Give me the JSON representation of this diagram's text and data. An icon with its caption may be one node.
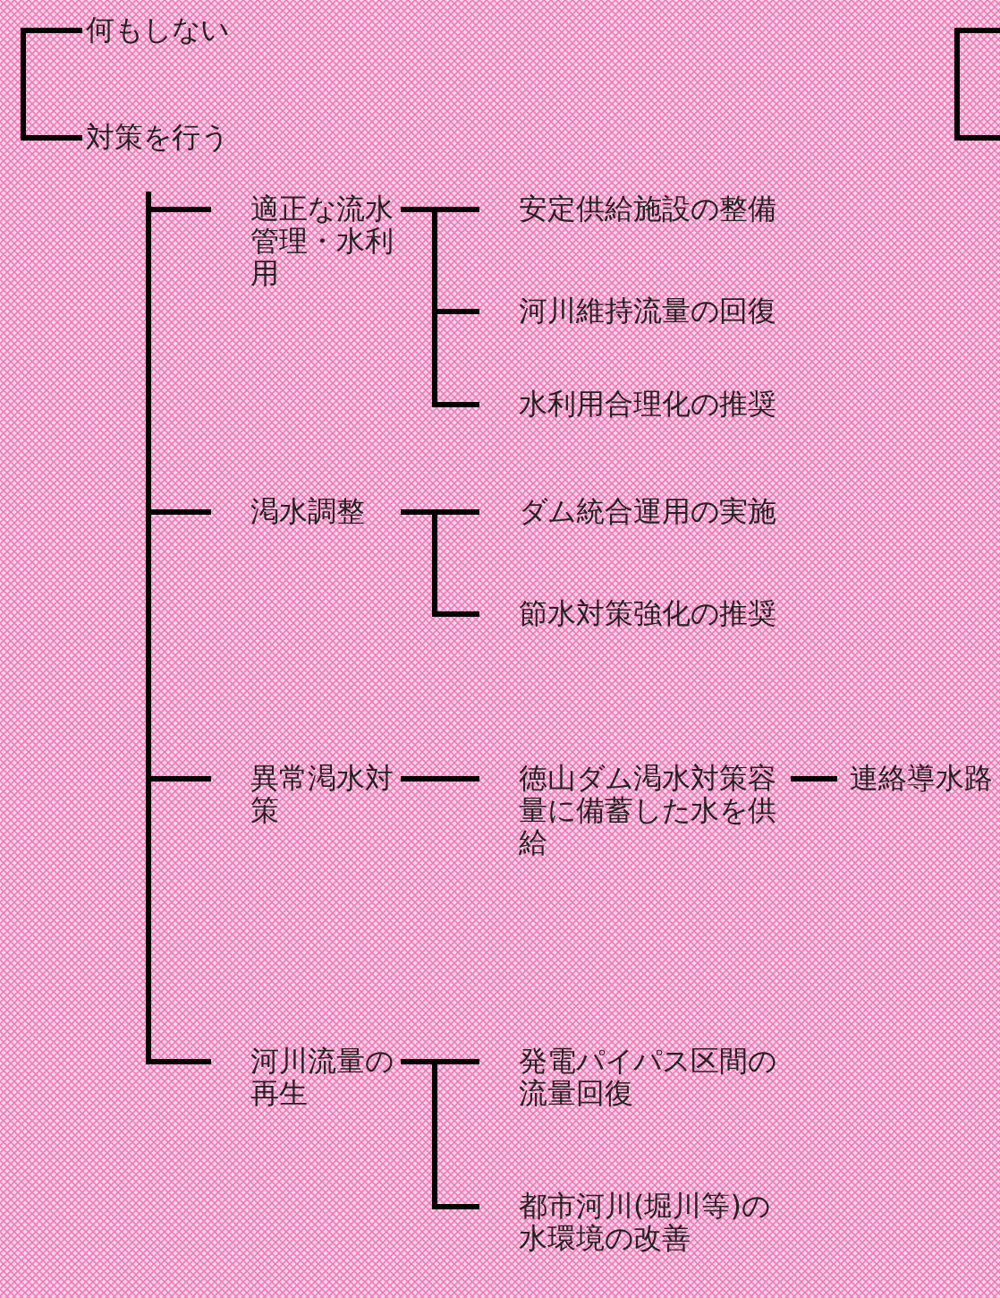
{
  "diagram": {
    "nodes": [
      {
        "text": [
          "何もしない"
        ]
      },
      {
        "text": [
          "対策を行う"
        ]
      },
      {
        "text": [
          "適正な流水管理・水利用"
        ]
      },
      {
        "text": [
          "渇水調整"
        ]
      },
      {
        "text": [
          "異常渇水対策"
        ]
      },
      {
        "text": [
          "河川流量の再生"
        ]
      },
      {
        "text": [
          "安定供給施設の整備"
        ]
      },
      {
        "text": [
          "河川維持流量の回復"
        ]
      },
      {
        "text": [
          "水利用合理化の推奨"
        ]
      },
      {
        "text": [
          "ダム統合運用の実施"
        ]
      },
      {
        "text": [
          "節水対策強化の推奨"
        ]
      },
      {
        "text": [
          "徳山ダム渇水対策容量に備蓄した水を供給"
        ]
      },
      {
        "text": [
          "連絡導水路"
        ]
      },
      {
        "text": [
          "発電パイパス区間の流量回復"
        ]
      },
      {
        "text": [
          "都市河川(堀川等)の水環境の改善"
        ]
      }
    ],
    "edges": [
      {
        "from": 0,
        "to": 1,
        "arrow": "none"
      },
      {
        "from": 1,
        "to": 2,
        "arrow": "none"
      },
      {
        "from": 1,
        "to": 3,
        "arrow": "none"
      },
      {
        "from": 1,
        "to": 4,
        "arrow": "none"
      },
      {
        "from": 1,
        "to": 5,
        "arrow": "none"
      },
      {
        "from": 2,
        "to": 6,
        "arrow": "none"
      },
      {
        "from": 2,
        "to": 7,
        "arrow": "none"
      },
      {
        "from": 2,
        "to": 8,
        "arrow": "none"
      },
      {
        "from": 3,
        "to": 9,
        "arrow": "none"
      },
      {
        "from": 3,
        "to": 10,
        "arrow": "none"
      },
      {
        "from": 4,
        "to": 11,
        "arrow": "none"
      },
      {
        "from": 11,
        "to": 12,
        "arrow": "none"
      },
      {
        "from": 5,
        "to": 13,
        "arrow": "none"
      },
      {
        "from": 5,
        "to": 14,
        "arrow": "none"
      }
    ]
  }
}
